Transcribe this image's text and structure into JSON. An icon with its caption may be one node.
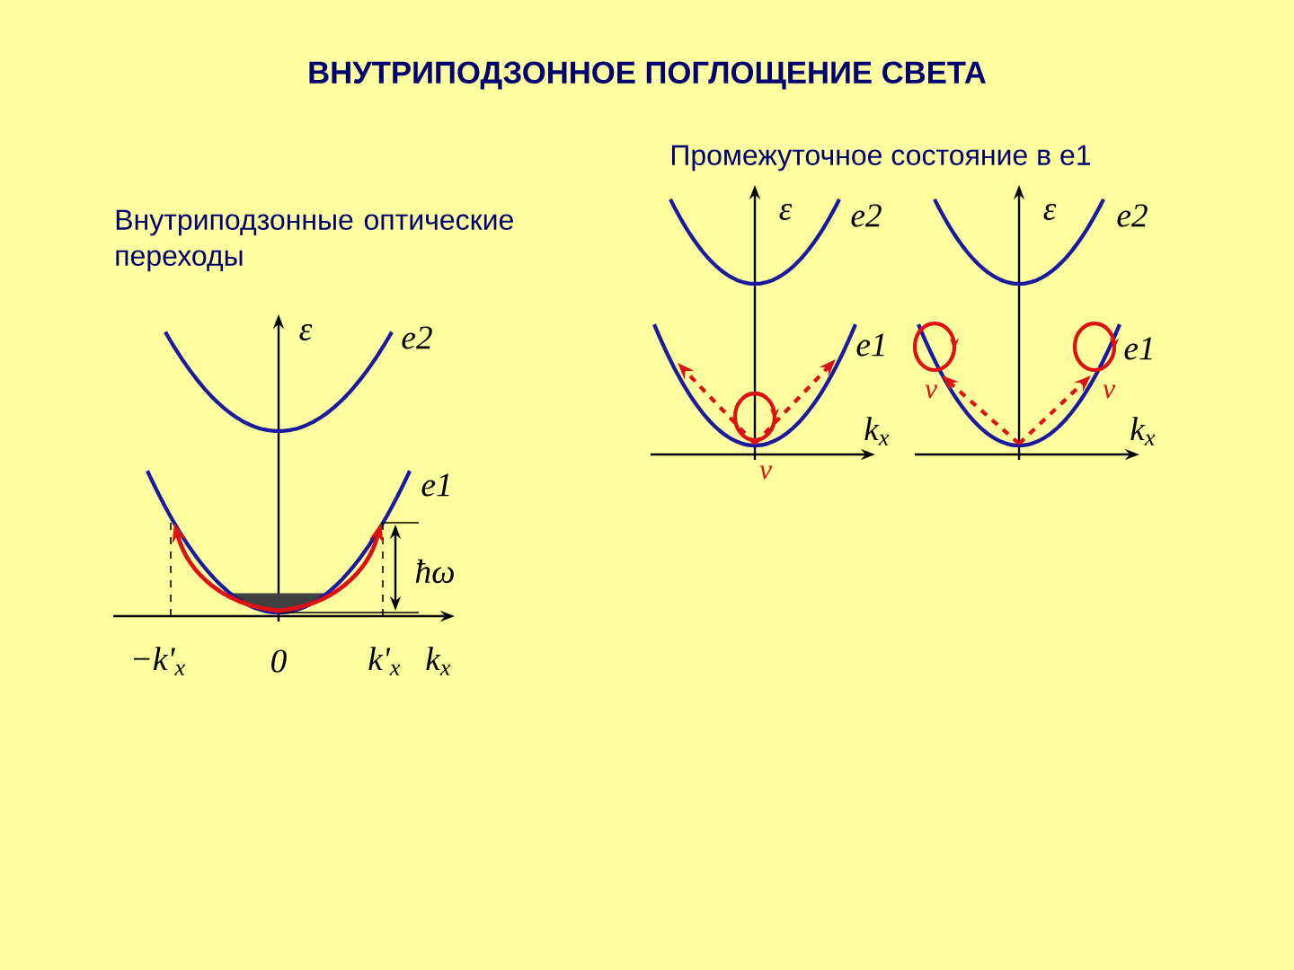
{
  "diagram": {
    "title": "ВНУТРИПОДЗОННОЕ ПОГЛОЩЕНИЕ СВЕТА",
    "labels": [
      "Внутриподзонные оптические переходы",
      "ε",
      "e2",
      "e1",
      "ħω",
      "−k'$_{x}$",
      "0",
      "k'$_{x}$",
      "k$_{x}$",
      "Промежуточное состояние в e1",
      "ε",
      "e2",
      "e1",
      "k$_{x}$",
      "ν",
      "ε",
      "e2",
      "e1",
      "ν",
      "ν",
      "k$_{x}$"
    ]
  }
}
